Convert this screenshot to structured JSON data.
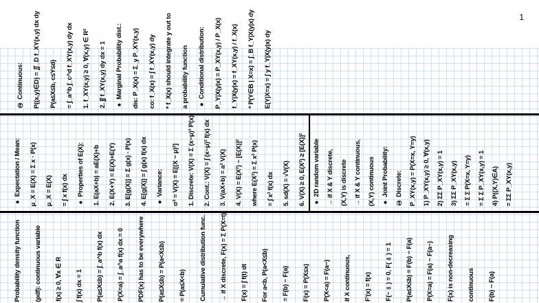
{
  "page_number": "1",
  "sections": {
    "joint_continuous": [
      "② Continuous:",
      "P((x,y)∈D) = ∬_D f_XY(x,y) dx dy",
      "P(a≤X≤b, c≤Y≤d)",
      "= ∫_a^b ∫_c^d f_XY(x,y) dy dx",
      "1. f_XY(x,y) ≥ 0, ∀(x,y) ∈ R²",
      "2. ∫∫ f_XY(x,y) dy dx = 1",
      "● Marginal Probability dist.:",
      "dis: P_X(x) = Σ_y P_XY(x,y)",
      "co: f_X(x) = ∫ f_XY(x,y) dy",
      "* f_X(x) should integrate y out to",
      "a probability function",
      "● Conditional distribution:",
      "P_Y|X(y|x) = P_XY(x,y) / P_X(x)",
      "f_Y|X(y|x) = f_XY(x,y) / f_X(x)",
      "* P(Y∈B | X=x) = ∫_B f_Y|X(y|x) dy",
      "E(Y|X=x) = ∫ y f_Y|X(y|x) dy"
    ],
    "expectation": [
      "● Expectation / Mean:",
      "μ_X = E(X) = Σ x · P(x)",
      "μ_X = E(X)",
      "= ∫ x f(x) dx",
      "● Properties of E(X):",
      "1. E(aX+b) = aE(X)+b",
      "2. E(X+Y) = E(X)+E(Y)",
      "3. E[g(X)] = Σ g(x) · P(x)",
      "4. E[g(X)] = ∫ g(x) f(x) dx",
      "● Variance:",
      "σ² = V(X) = E[(X − μ)²]",
      "1. Discrete: V(X) = Σ (x−μ)² P(x)",
      "2. Cont.: V(X) = ∫ (x−μ)² f(x) dx",
      "3. V(aX+b) = a² V(X)",
      "4. V(X) = E(X²) − [E(X)]²",
      "where E(X²) = Σ x² P(x)",
      "= ∫ x² f(x) dx",
      "5. sd(X) = √V(X)",
      "6. V(X) ≥ 0, E(X²) ≥ [E(X)]²"
    ],
    "random_variable_2d": [
      "● 2D random variable",
      "→ if X & Y discrete,",
      "(X,Y) is discrete",
      "→ if X & Y continuous,",
      "(X,Y) continuous",
      "● Joint Probability:",
      "① Discrete:",
      "P_XY(x,y) = P(X=x, Y=y)",
      "1) P_XY(x,y) ≥ 0, ∀(x,y)",
      "2) ΣΣ P_XY(x,y) = 1",
      "3) ΣΣ P_XY(x,y)",
      "= Σ Σ P(X=x, Y=y)",
      "= Σ Σ P_XY(x,y) = 1",
      "4) P((X,Y)∈A)",
      "= ΣΣ P_XY(x,y)"
    ],
    "pdf_cdf": [
      "Probability density function",
      "(pdf): continuous variable",
      "f(x) ≥ 0, ∀x ∈ R",
      "∫ f(x) dx = 1",
      "P(a≤X≤b) = ∫_a^b f(x) dx",
      "P(X=a) = ∫_a^a f(x) dx = 0",
      "PDF(x) has to be everywhere",
      "P(a≤X≤b) = P(a<X≤b)",
      "= P(a≤X<b)",
      "Cumulative distribution func. (cdf)",
      "→ if X discrete, F(x) = Σ P(X=t)",
      "F(x) = ∫ f(t) dt",
      "For a<b, P(a<X≤b)",
      "= F(b) − F(a)",
      "F(x) = P(X≤x)",
      "P(X<a) = F(a−)",
      "If X continuous,",
      "F'(x) = f(x)",
      "F(−∞) = 0, F(∞) = 1",
      "P(a≤X≤b) = F(b) − F(a)",
      "P(X=a) = F(a) − F(a−)",
      "F(x) is non-decreasing",
      "continuous",
      "F(b) − F(a)"
    ]
  }
}
